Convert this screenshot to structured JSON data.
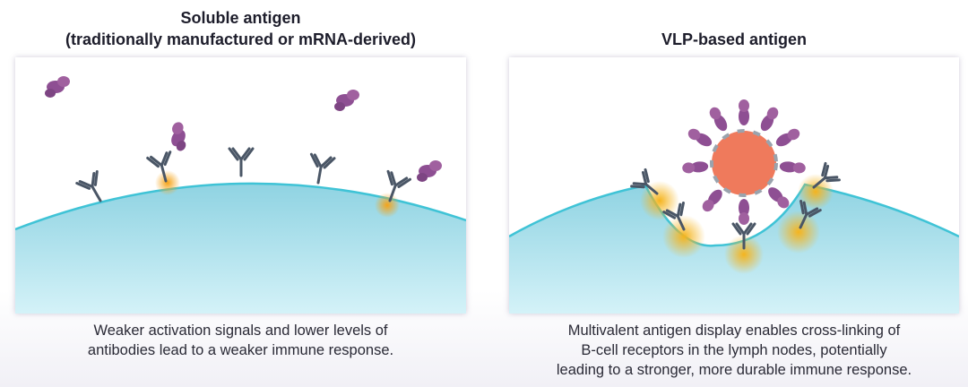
{
  "left": {
    "title_line1": "Soluble antigen",
    "title_line2": "(traditionally manufactured or mRNA-derived)",
    "caption_line1": "Weaker activation signals and lower levels of",
    "caption_line2": "antibodies lead to a weaker immune response."
  },
  "right": {
    "title": "VLP-based antigen",
    "caption_line1": "Multivalent antigen display enables cross-linking of",
    "caption_line2": "B-cell receptors in the lymph nodes, potentially",
    "caption_line3": "leading to a stronger, more durable immune response."
  },
  "colors": {
    "cell": "#a9dfe9",
    "membrane": "#3fc3d6",
    "antibody": "#4a5666",
    "antigen": "#8e4f93",
    "vlp_core": "#ef7a5c",
    "signal": "#f5b41e"
  }
}
